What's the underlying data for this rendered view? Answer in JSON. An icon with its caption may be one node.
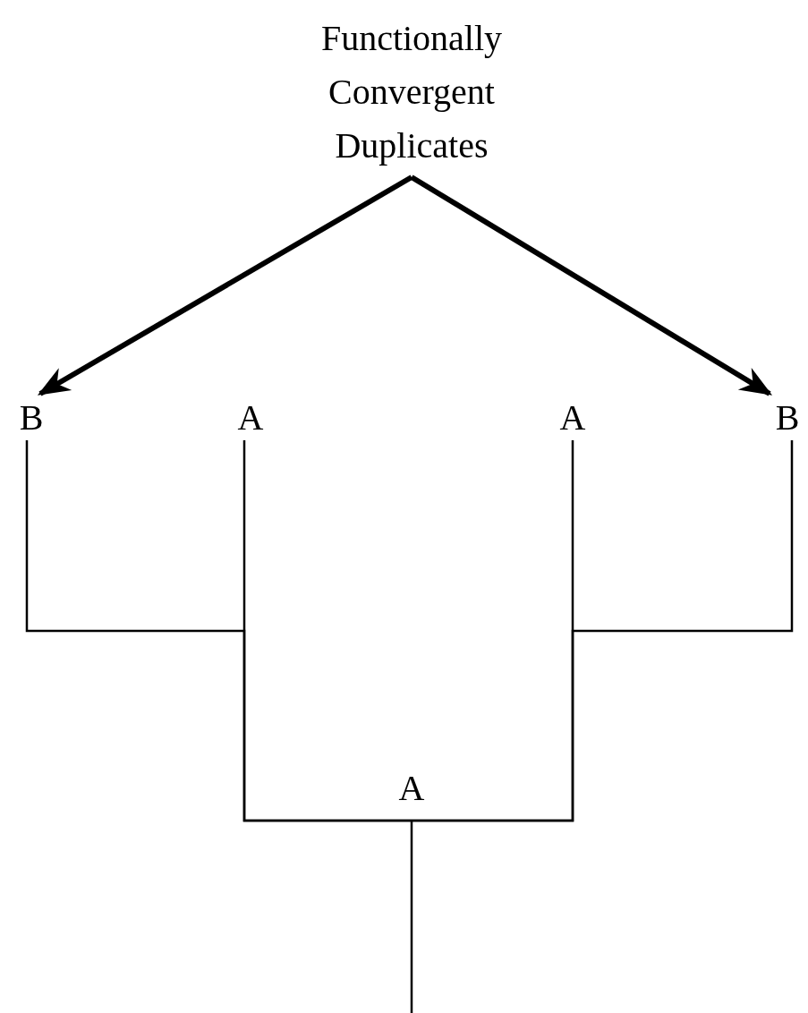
{
  "diagram": {
    "nodes": [
      {
        "text": [
          "Functionally Convergent Duplicates"
        ]
      },
      {
        "text": [
          "B"
        ]
      },
      {
        "text": [
          "A"
        ]
      },
      {
        "text": [
          "A"
        ]
      },
      {
        "text": [
          "B"
        ]
      },
      {
        "text": [
          "A"
        ]
      }
    ],
    "edges": [
      {
        "from": 0,
        "to": 1,
        "arrow": "to",
        "style": "thick"
      },
      {
        "from": 0,
        "to": 4,
        "arrow": "to",
        "style": "thick"
      },
      {
        "from": 5,
        "to": 1,
        "arrow": "none"
      },
      {
        "from": 5,
        "to": 2,
        "arrow": "none"
      },
      {
        "from": 5,
        "to": 3,
        "arrow": "none"
      },
      {
        "from": 5,
        "to": 4,
        "arrow": "none"
      },
      {
        "from": null,
        "to": 5,
        "arrow": "none"
      }
    ]
  }
}
